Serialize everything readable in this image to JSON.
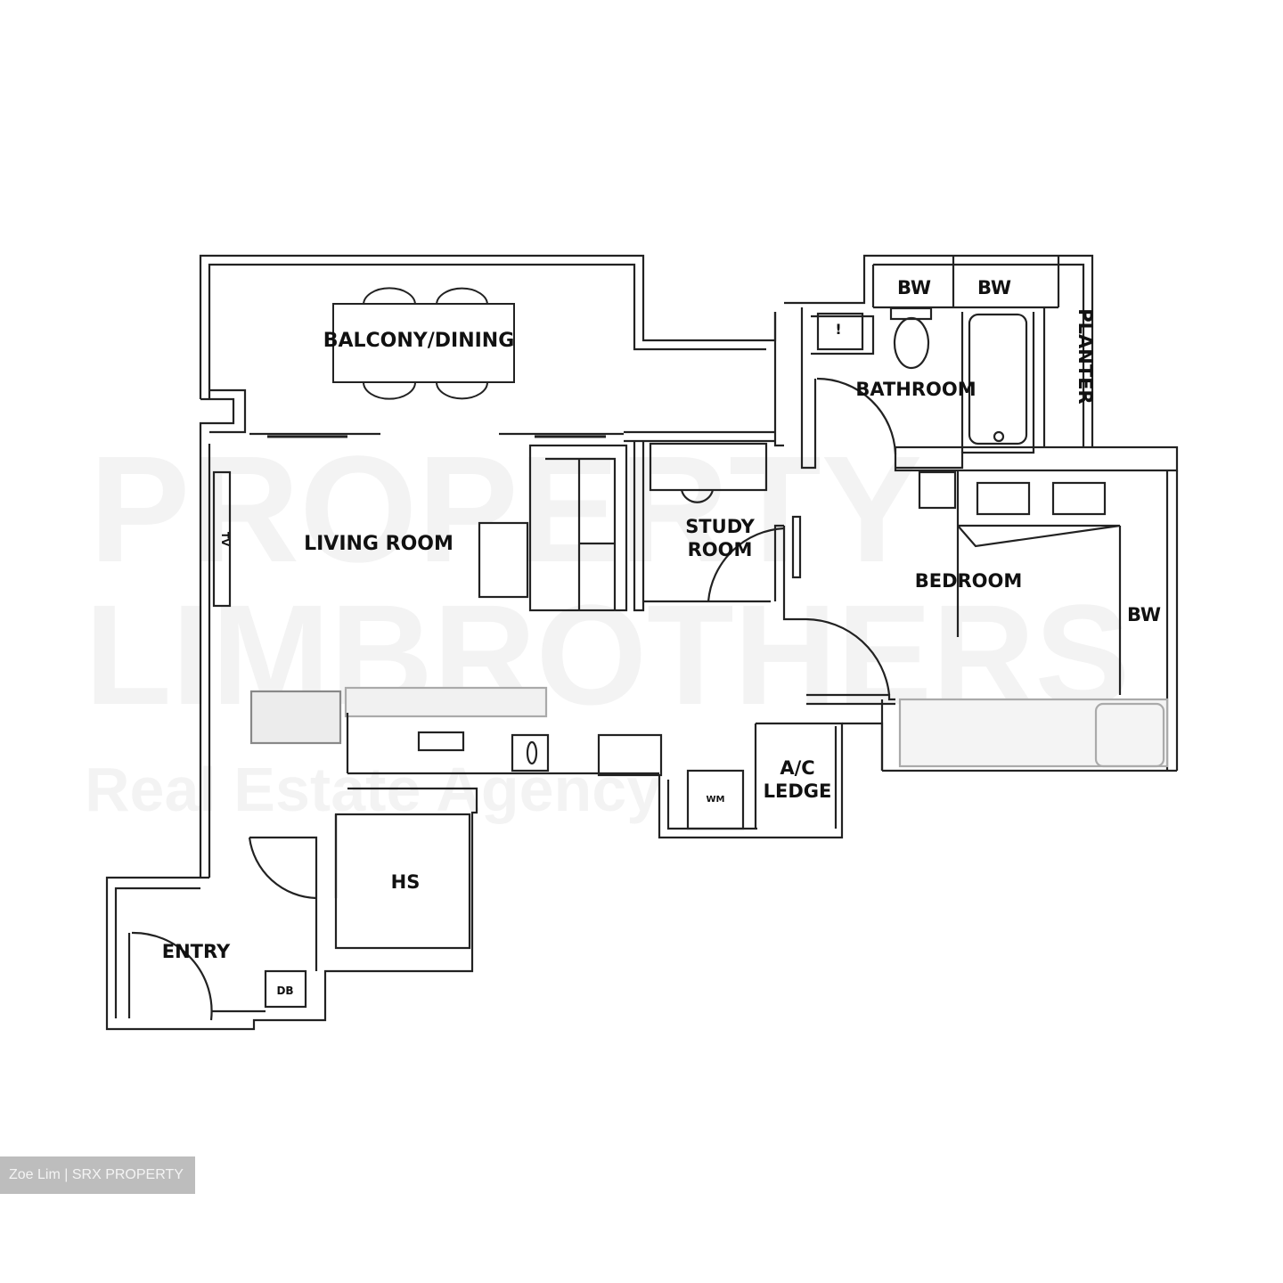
{
  "floorplan": {
    "rooms": [
      {
        "id": "balcony",
        "label": "BALCONY/DINING"
      },
      {
        "id": "living",
        "label": "LIVING ROOM"
      },
      {
        "id": "study",
        "label_line1": "STUDY",
        "label_line2": "ROOM"
      },
      {
        "id": "bathroom",
        "label": "BATHROOM"
      },
      {
        "id": "bedroom",
        "label": "BEDROOM"
      },
      {
        "id": "planter",
        "label": "PLANTER"
      },
      {
        "id": "bw1",
        "label": "BW"
      },
      {
        "id": "bw2",
        "label": "BW"
      },
      {
        "id": "bw3",
        "label": "BW"
      },
      {
        "id": "ac-ledge",
        "label_line1": "A/C",
        "label_line2": "LEDGE"
      },
      {
        "id": "hs",
        "label": "HS"
      },
      {
        "id": "entry",
        "label": "ENTRY"
      },
      {
        "id": "db",
        "label": "DB"
      },
      {
        "id": "tv",
        "label": "TV"
      },
      {
        "id": "wm",
        "label": "WM"
      }
    ],
    "watermark": {
      "line1": "PROPERTY",
      "line2": "LIMBROTHERS",
      "line3": "Real Estate Agency"
    }
  },
  "credit": {
    "text": "Zoe Lim | SRX PROPERTY"
  },
  "colors": {
    "wall": "#222222",
    "background": "#ffffff",
    "credit_bg": "#bdbdbd"
  }
}
